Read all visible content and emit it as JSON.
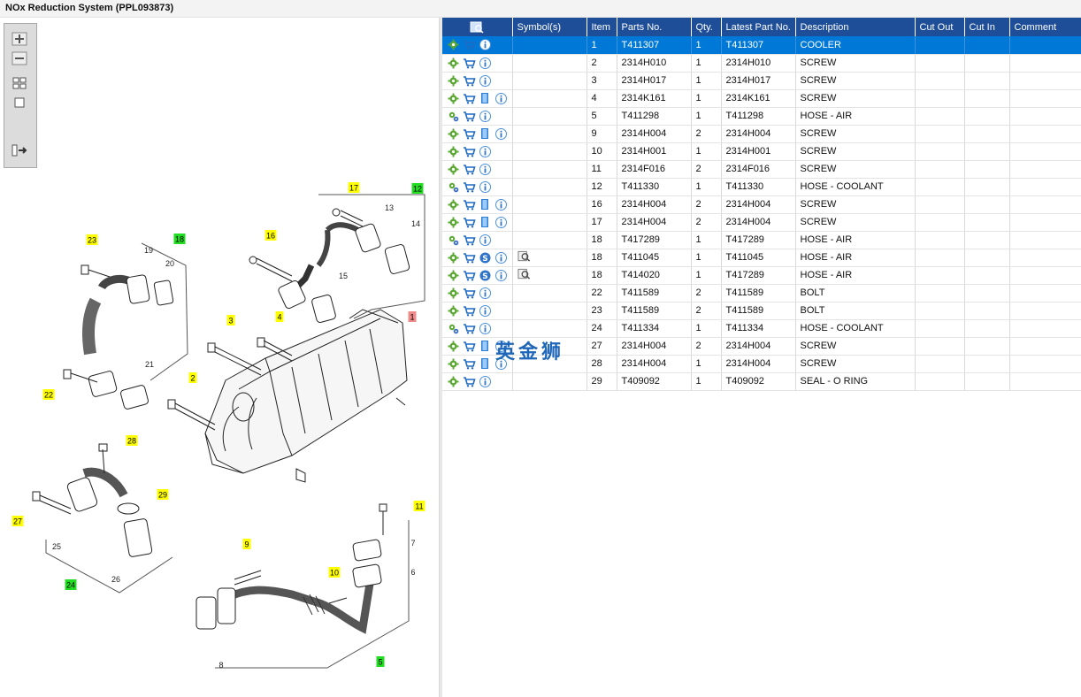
{
  "window": {
    "title": "NOx Reduction System (PPL093873)"
  },
  "toolbar": {
    "buttons": [
      {
        "name": "zoom-in-button",
        "icon": "zoom-in-icon"
      },
      {
        "name": "zoom-out-button",
        "icon": "zoom-out-icon"
      },
      {
        "name": "fit-all-button",
        "icon": "fit-all-icon"
      },
      {
        "name": "actual-size-button",
        "icon": "actual-size-icon"
      },
      {
        "name": "show-list-button",
        "icon": "list-arrow-icon"
      }
    ]
  },
  "table": {
    "columns": [
      "",
      "Symbol(s)",
      "Item",
      "Parts No.",
      "Qty.",
      "Latest Part No.",
      "Description",
      "Cut Out",
      "Cut In",
      "Comment"
    ],
    "rows": [
      {
        "icons": [
          "gear",
          "cart",
          "info"
        ],
        "symbols": [],
        "item": "1",
        "part": "T411307",
        "qty": "1",
        "latest": "T411307",
        "desc": "COOLER",
        "cutout": "",
        "cutin": "",
        "comment": "",
        "selected": true
      },
      {
        "icons": [
          "gear",
          "cart",
          "info"
        ],
        "symbols": [],
        "item": "2",
        "part": "2314H010",
        "qty": "1",
        "latest": "2314H010",
        "desc": "SCREW",
        "cutout": "",
        "cutin": "",
        "comment": ""
      },
      {
        "icons": [
          "gear",
          "cart",
          "info"
        ],
        "symbols": [],
        "item": "3",
        "part": "2314H017",
        "qty": "1",
        "latest": "2314H017",
        "desc": "SCREW",
        "cutout": "",
        "cutin": "",
        "comment": ""
      },
      {
        "icons": [
          "gear",
          "cart",
          "book",
          "info"
        ],
        "symbols": [],
        "item": "4",
        "part": "2314K161",
        "qty": "1",
        "latest": "2314K161",
        "desc": "SCREW",
        "cutout": "",
        "cutin": "",
        "comment": ""
      },
      {
        "icons": [
          "gears",
          "cart",
          "info"
        ],
        "symbols": [],
        "item": "5",
        "part": "T411298",
        "qty": "1",
        "latest": "T411298",
        "desc": "HOSE - AIR",
        "cutout": "",
        "cutin": "",
        "comment": ""
      },
      {
        "icons": [
          "gear",
          "cart",
          "book",
          "info"
        ],
        "symbols": [],
        "item": "9",
        "part": "2314H004",
        "qty": "2",
        "latest": "2314H004",
        "desc": "SCREW",
        "cutout": "",
        "cutin": "",
        "comment": ""
      },
      {
        "icons": [
          "gear",
          "cart",
          "info"
        ],
        "symbols": [],
        "item": "10",
        "part": "2314H001",
        "qty": "1",
        "latest": "2314H001",
        "desc": "SCREW",
        "cutout": "",
        "cutin": "",
        "comment": ""
      },
      {
        "icons": [
          "gear",
          "cart",
          "info"
        ],
        "symbols": [],
        "item": "11",
        "part": "2314F016",
        "qty": "2",
        "latest": "2314F016",
        "desc": "SCREW",
        "cutout": "",
        "cutin": "",
        "comment": ""
      },
      {
        "icons": [
          "gears",
          "cart",
          "info"
        ],
        "symbols": [],
        "item": "12",
        "part": "T411330",
        "qty": "1",
        "latest": "T411330",
        "desc": "HOSE - COOLANT",
        "cutout": "",
        "cutin": "",
        "comment": ""
      },
      {
        "icons": [
          "gear",
          "cart",
          "book",
          "info"
        ],
        "symbols": [],
        "item": "16",
        "part": "2314H004",
        "qty": "2",
        "latest": "2314H004",
        "desc": "SCREW",
        "cutout": "",
        "cutin": "",
        "comment": ""
      },
      {
        "icons": [
          "gear",
          "cart",
          "book",
          "info"
        ],
        "symbols": [],
        "item": "17",
        "part": "2314H004",
        "qty": "2",
        "latest": "2314H004",
        "desc": "SCREW",
        "cutout": "",
        "cutin": "",
        "comment": ""
      },
      {
        "icons": [
          "gears",
          "cart",
          "info"
        ],
        "symbols": [],
        "item": "18",
        "part": "T417289",
        "qty": "1",
        "latest": "T417289",
        "desc": "HOSE - AIR",
        "cutout": "",
        "cutin": "",
        "comment": ""
      },
      {
        "icons": [
          "gear",
          "cart",
          "s",
          "info"
        ],
        "symbols": [
          "magnifier"
        ],
        "item": "18",
        "part": "T411045",
        "qty": "1",
        "latest": "T411045",
        "desc": "HOSE - AIR",
        "cutout": "",
        "cutin": "",
        "comment": ""
      },
      {
        "icons": [
          "gear",
          "cart",
          "s",
          "info"
        ],
        "symbols": [
          "magnifier"
        ],
        "item": "18",
        "part": "T414020",
        "qty": "1",
        "latest": "T417289",
        "desc": "HOSE - AIR",
        "cutout": "",
        "cutin": "",
        "comment": ""
      },
      {
        "icons": [
          "gear",
          "cart",
          "info"
        ],
        "symbols": [],
        "item": "22",
        "part": "T411589",
        "qty": "2",
        "latest": "T411589",
        "desc": "BOLT",
        "cutout": "",
        "cutin": "",
        "comment": ""
      },
      {
        "icons": [
          "gear",
          "cart",
          "info"
        ],
        "symbols": [],
        "item": "23",
        "part": "T411589",
        "qty": "2",
        "latest": "T411589",
        "desc": "BOLT",
        "cutout": "",
        "cutin": "",
        "comment": ""
      },
      {
        "icons": [
          "gears",
          "cart",
          "info"
        ],
        "symbols": [],
        "item": "24",
        "part": "T411334",
        "qty": "1",
        "latest": "T411334",
        "desc": "HOSE - COOLANT",
        "cutout": "",
        "cutin": "",
        "comment": ""
      },
      {
        "icons": [
          "gear",
          "cart",
          "book",
          "info"
        ],
        "symbols": [],
        "item": "27",
        "part": "2314H004",
        "qty": "2",
        "latest": "2314H004",
        "desc": "SCREW",
        "cutout": "",
        "cutin": "",
        "comment": ""
      },
      {
        "icons": [
          "gear",
          "cart",
          "book",
          "info"
        ],
        "symbols": [],
        "item": "28",
        "part": "2314H004",
        "qty": "1",
        "latest": "2314H004",
        "desc": "SCREW",
        "cutout": "",
        "cutin": "",
        "comment": ""
      },
      {
        "icons": [
          "gear",
          "cart",
          "info"
        ],
        "symbols": [],
        "item": "29",
        "part": "T409092",
        "qty": "1",
        "latest": "T409092",
        "desc": "SEAL - O RING",
        "cutout": "",
        "cutin": "",
        "comment": ""
      }
    ]
  },
  "diagram": {
    "callouts": [
      {
        "label": "1",
        "color": "#f08a8a"
      },
      {
        "label": "2",
        "color": "#ffff00"
      },
      {
        "label": "3",
        "color": "#ffff00"
      },
      {
        "label": "4",
        "color": "#ffff00"
      },
      {
        "label": "5",
        "color": "#22dd22"
      },
      {
        "label": "9",
        "color": "#ffff00"
      },
      {
        "label": "10",
        "color": "#ffff00"
      },
      {
        "label": "11",
        "color": "#ffff00"
      },
      {
        "label": "12",
        "color": "#22dd22"
      },
      {
        "label": "16",
        "color": "#ffff00"
      },
      {
        "label": "17",
        "color": "#ffff00"
      },
      {
        "label": "18",
        "color": "#22dd22"
      },
      {
        "label": "22",
        "color": "#ffff00"
      },
      {
        "label": "23",
        "color": "#ffff00"
      },
      {
        "label": "24",
        "color": "#22dd22"
      },
      {
        "label": "27",
        "color": "#ffff00"
      },
      {
        "label": "28",
        "color": "#ffff00"
      },
      {
        "label": "29",
        "color": "#ffff00"
      }
    ],
    "numbers": [
      "6",
      "7",
      "8",
      "13",
      "14",
      "15",
      "19",
      "20",
      "21",
      "25",
      "26"
    ]
  },
  "watermark": "英金狮",
  "colors": {
    "header": "#1f4e99",
    "selected_row": "#0078d7",
    "callout_yellow": "#ffff00",
    "callout_green": "#22dd22",
    "callout_red": "#f08a8a"
  }
}
